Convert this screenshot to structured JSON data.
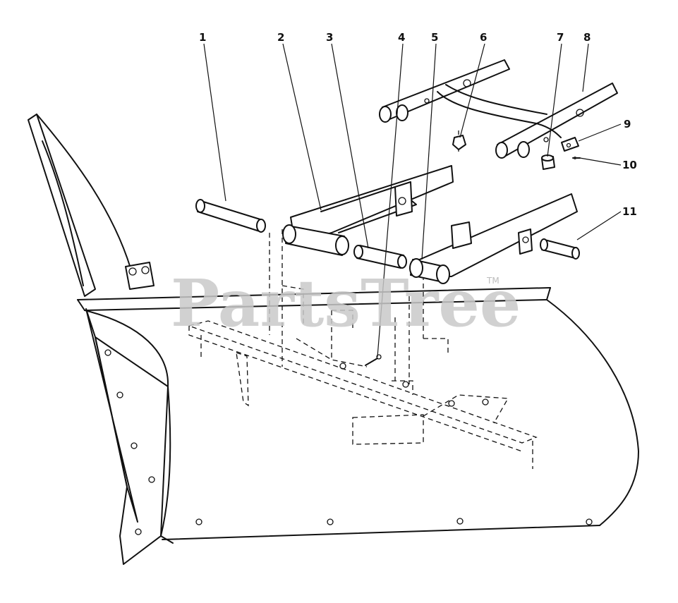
{
  "watermark": {
    "text": "PartsTree",
    "trademark": "TM",
    "color": "#c9c9c9"
  },
  "callouts": [
    {
      "id": 1,
      "label": "1"
    },
    {
      "id": 2,
      "label": "2"
    },
    {
      "id": 3,
      "label": "3"
    },
    {
      "id": 4,
      "label": "4"
    },
    {
      "id": 5,
      "label": "5"
    },
    {
      "id": 6,
      "label": "6"
    },
    {
      "id": 7,
      "label": "7"
    },
    {
      "id": 8,
      "label": "8"
    },
    {
      "id": 9,
      "label": "9"
    },
    {
      "id": 10,
      "label": "10"
    },
    {
      "id": 11,
      "label": "11"
    }
  ],
  "colors": {
    "line": "#111111",
    "background": "#ffffff"
  }
}
